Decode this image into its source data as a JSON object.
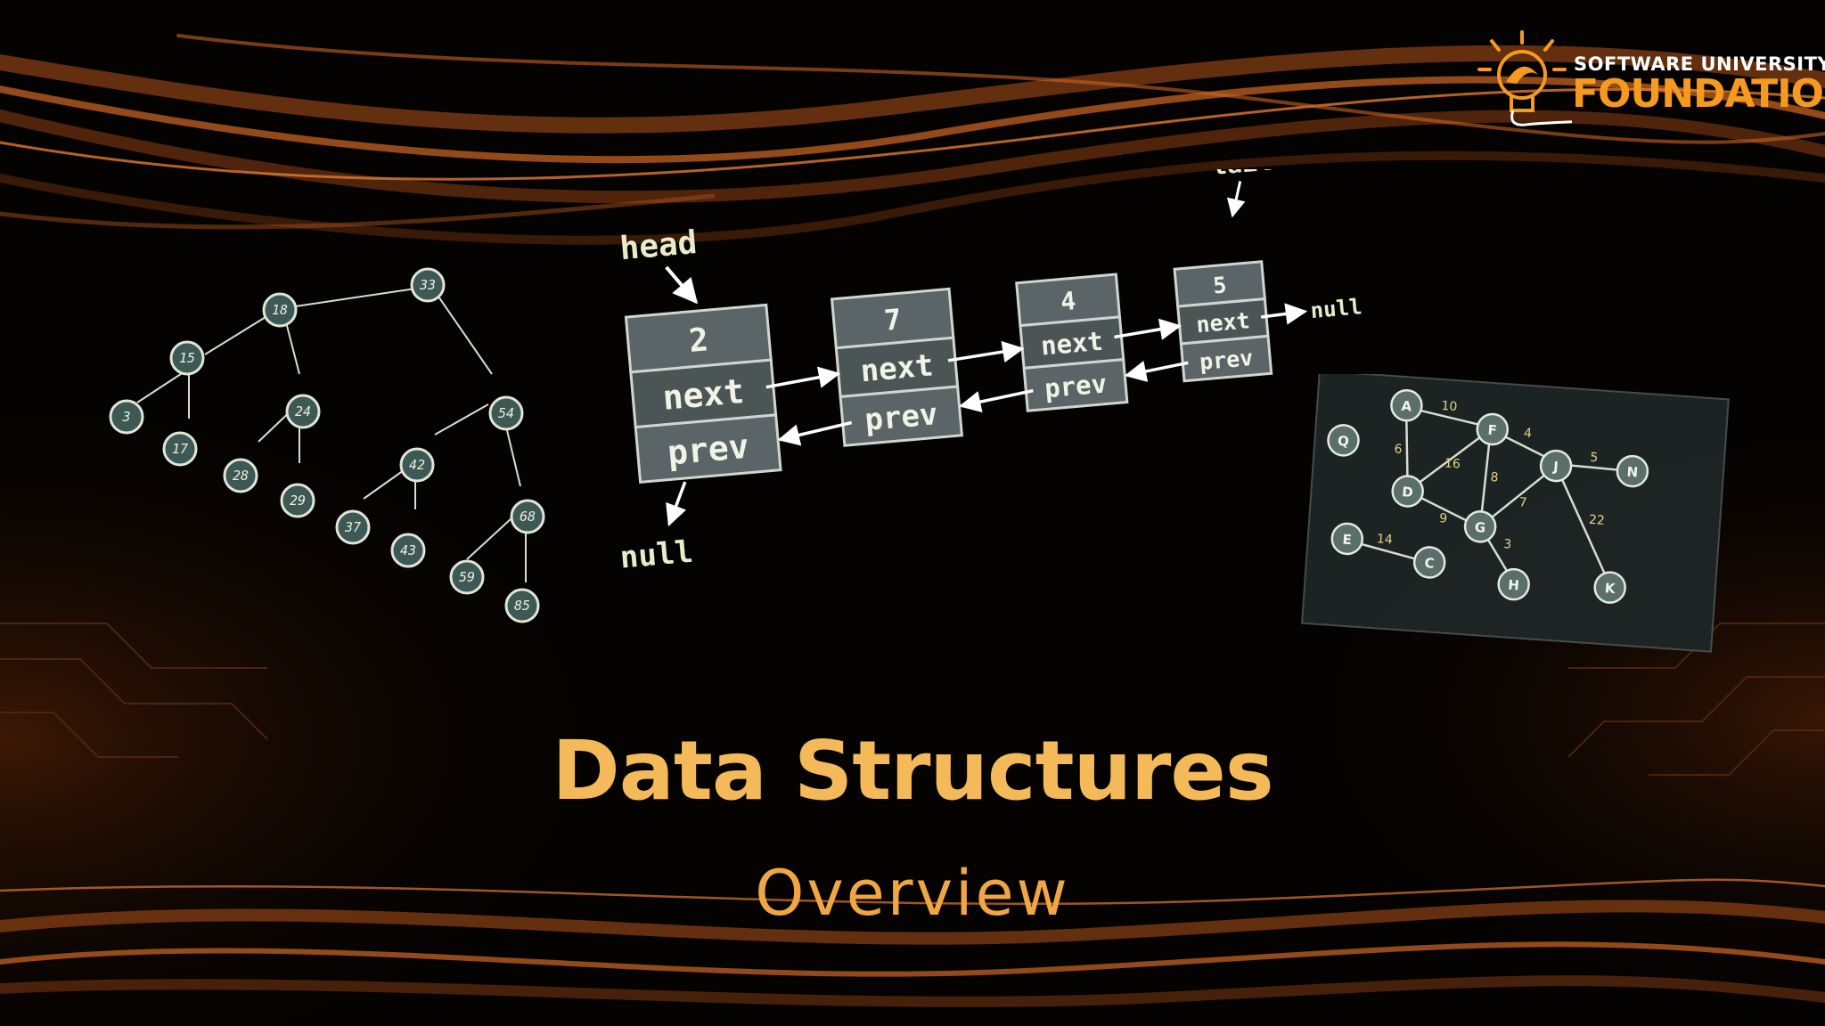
{
  "logo": {
    "line1": "SOFTWARE UNIVERSITY",
    "line2": "FOUNDATION",
    "icon": "lightbulb-icon",
    "color_accent": "#f59a1f"
  },
  "slide": {
    "title": "Data Structures",
    "subtitle": "Overview",
    "title_color": "#f4b958"
  },
  "tree": {
    "nodes": [
      "33",
      "18",
      "15",
      "24",
      "54",
      "3",
      "17",
      "28",
      "29",
      "42",
      "68",
      "37",
      "43",
      "59",
      "85"
    ]
  },
  "linked_list": {
    "head_label": "head",
    "tail_label": "tail",
    "null_label": "null",
    "next_label": "next",
    "prev_label": "prev",
    "nodes": [
      "2",
      "7",
      "4",
      "5"
    ]
  },
  "graph": {
    "nodes": [
      "A",
      "F",
      "J",
      "N",
      "Q",
      "D",
      "G",
      "E",
      "C",
      "H",
      "K"
    ],
    "weights": [
      "10",
      "4",
      "5",
      "6",
      "16",
      "8",
      "7",
      "9",
      "22",
      "14",
      "3"
    ]
  }
}
